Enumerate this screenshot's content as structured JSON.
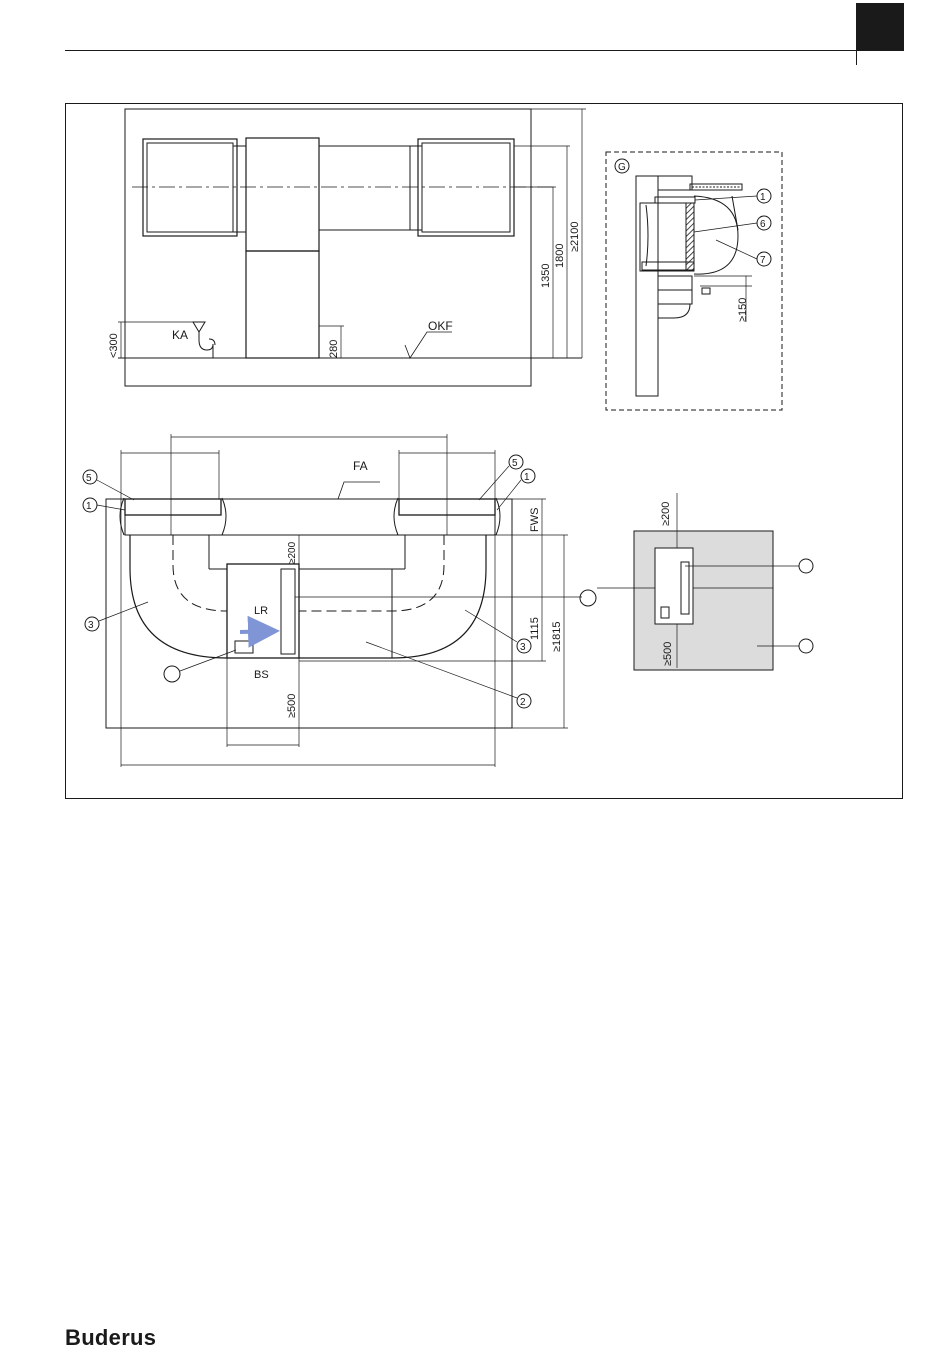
{
  "labels": {
    "ka": "KA",
    "okf": "OKF",
    "fa": "FA",
    "fws": "FWS",
    "lr": "LR",
    "bs": "BS",
    "g": "G"
  },
  "dimensions": {
    "lt300": "<300",
    "d280": "280",
    "d1350": "1350",
    "d1800": "1800",
    "ge2100": "≥2100",
    "ge150": "≥150",
    "ge200_plan": "≥200",
    "ge500_plan": "≥500",
    "d1115": "1115",
    "ge1815": "≥1815",
    "ge200_small": "≥200",
    "ge500_small": "≥500"
  },
  "callouts": {
    "c1": "1",
    "c2": "2",
    "c3": "3",
    "c5": "5",
    "c6": "6",
    "c7": "7"
  },
  "brand": {
    "logo": "Buderus"
  },
  "colors": {
    "ink": "#1a1a1a",
    "shade": "#dcdcdc",
    "arrow": "#7f95d6"
  }
}
